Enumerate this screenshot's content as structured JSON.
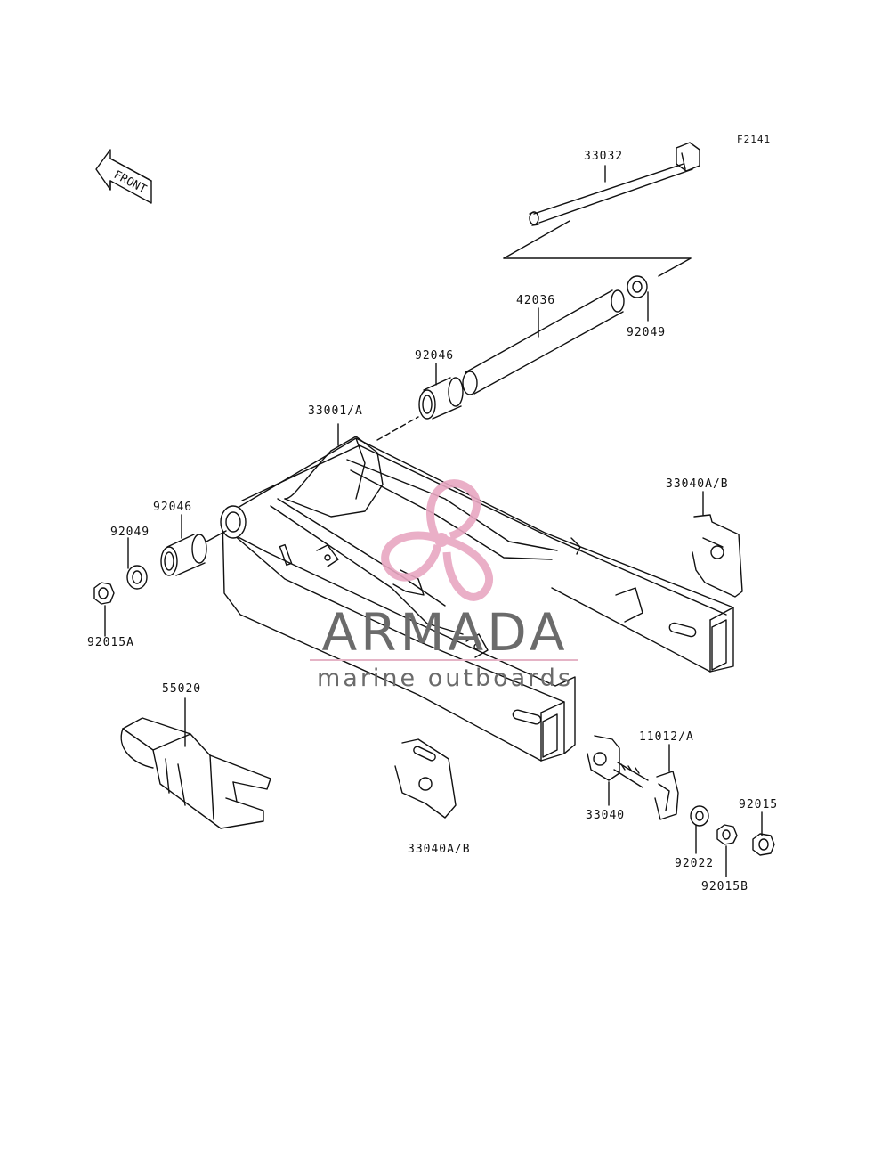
{
  "ref_code": "F2141",
  "front_marker": "FRONT",
  "labels": {
    "p33032": "33032",
    "p42036": "42036",
    "p92049_top": "92049",
    "p92046_top": "92046",
    "p33001": "33001/A",
    "p33040ab_right": "33040A/B",
    "p92046_left": "92046",
    "p92049_left": "92049",
    "p92015a": "92015A",
    "p55020": "55020",
    "p11012": "11012/A",
    "p33040": "33040",
    "p92015": "92015",
    "p92022": "92022",
    "p92015b": "92015B",
    "p33040ab_bottom": "33040A/B"
  },
  "watermark": {
    "brand": "ARMADA",
    "tagline": "marine outboards",
    "color_logo": "#e8a7c2",
    "color_text": "#6b6b6b"
  }
}
